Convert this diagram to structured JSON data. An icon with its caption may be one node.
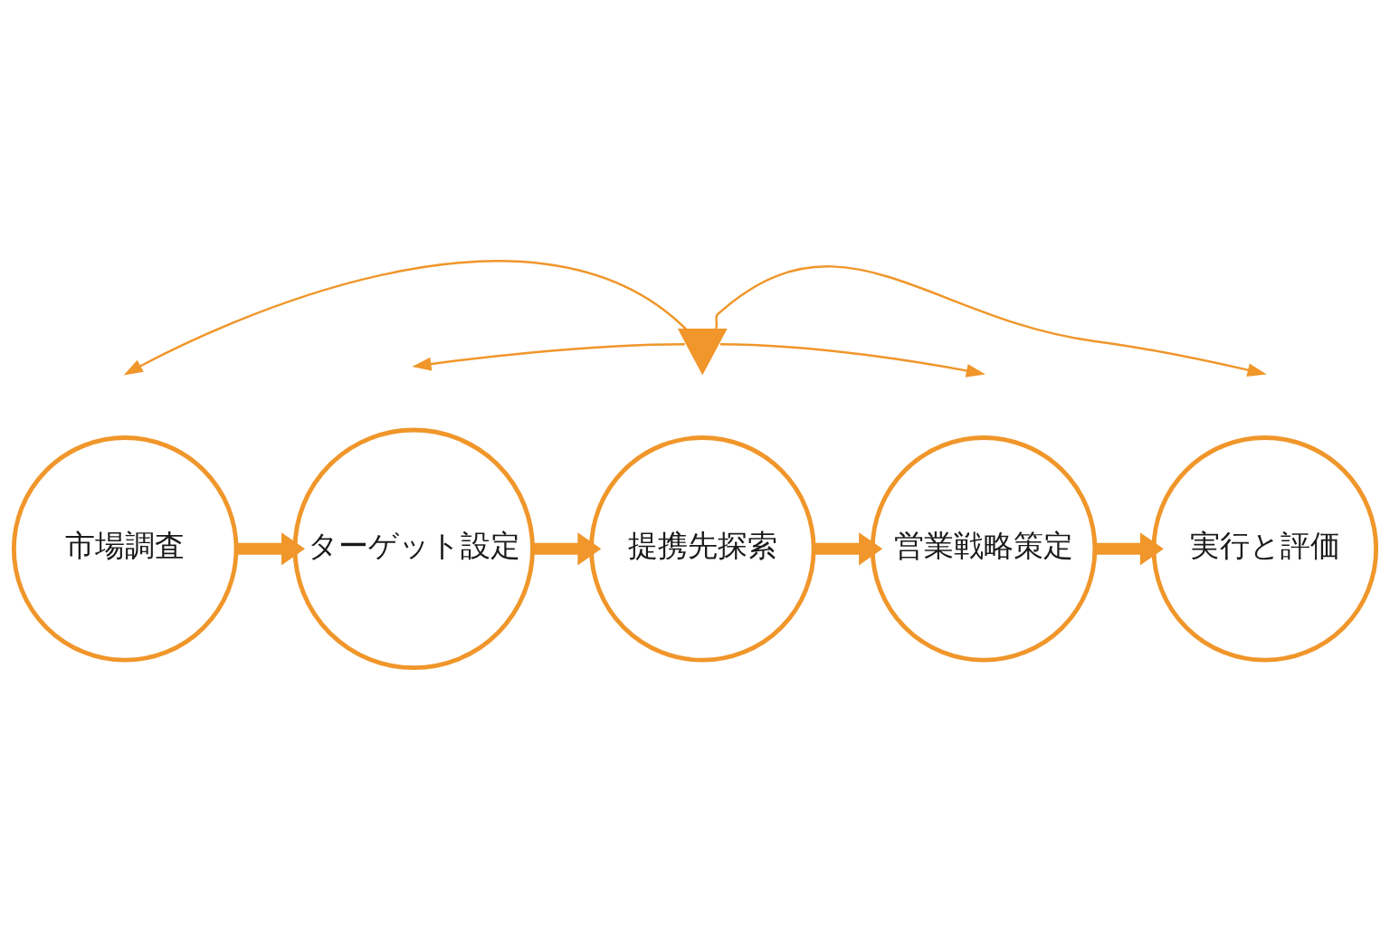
{
  "diagram": {
    "nodes": [
      {
        "text": [],
        "shape": "picture"
      },
      {
        "text": [
          "市場調査"
        ]
      },
      {
        "text": [
          "ターゲット設定"
        ]
      },
      {
        "text": [
          "提携先探索"
        ]
      },
      {
        "text": [
          "営業戦略策定"
        ]
      },
      {
        "text": [
          "実行と評価"
        ]
      }
    ],
    "edges": [
      {
        "from": 1,
        "to": 2,
        "arrow": "to",
        "style": "thick"
      },
      {
        "from": 2,
        "to": 3,
        "arrow": "to",
        "style": "thick"
      },
      {
        "from": 3,
        "to": 4,
        "arrow": "to",
        "style": "thick"
      },
      {
        "from": 4,
        "to": 5,
        "arrow": "to",
        "style": "thick"
      },
      {
        "from": 0,
        "to": null,
        "arrow": "to"
      },
      {
        "from": 0,
        "to": null,
        "arrow": "to"
      },
      {
        "from": 0,
        "to": null,
        "arrow": "to"
      },
      {
        "from": 0,
        "to": null,
        "arrow": "to"
      }
    ]
  }
}
